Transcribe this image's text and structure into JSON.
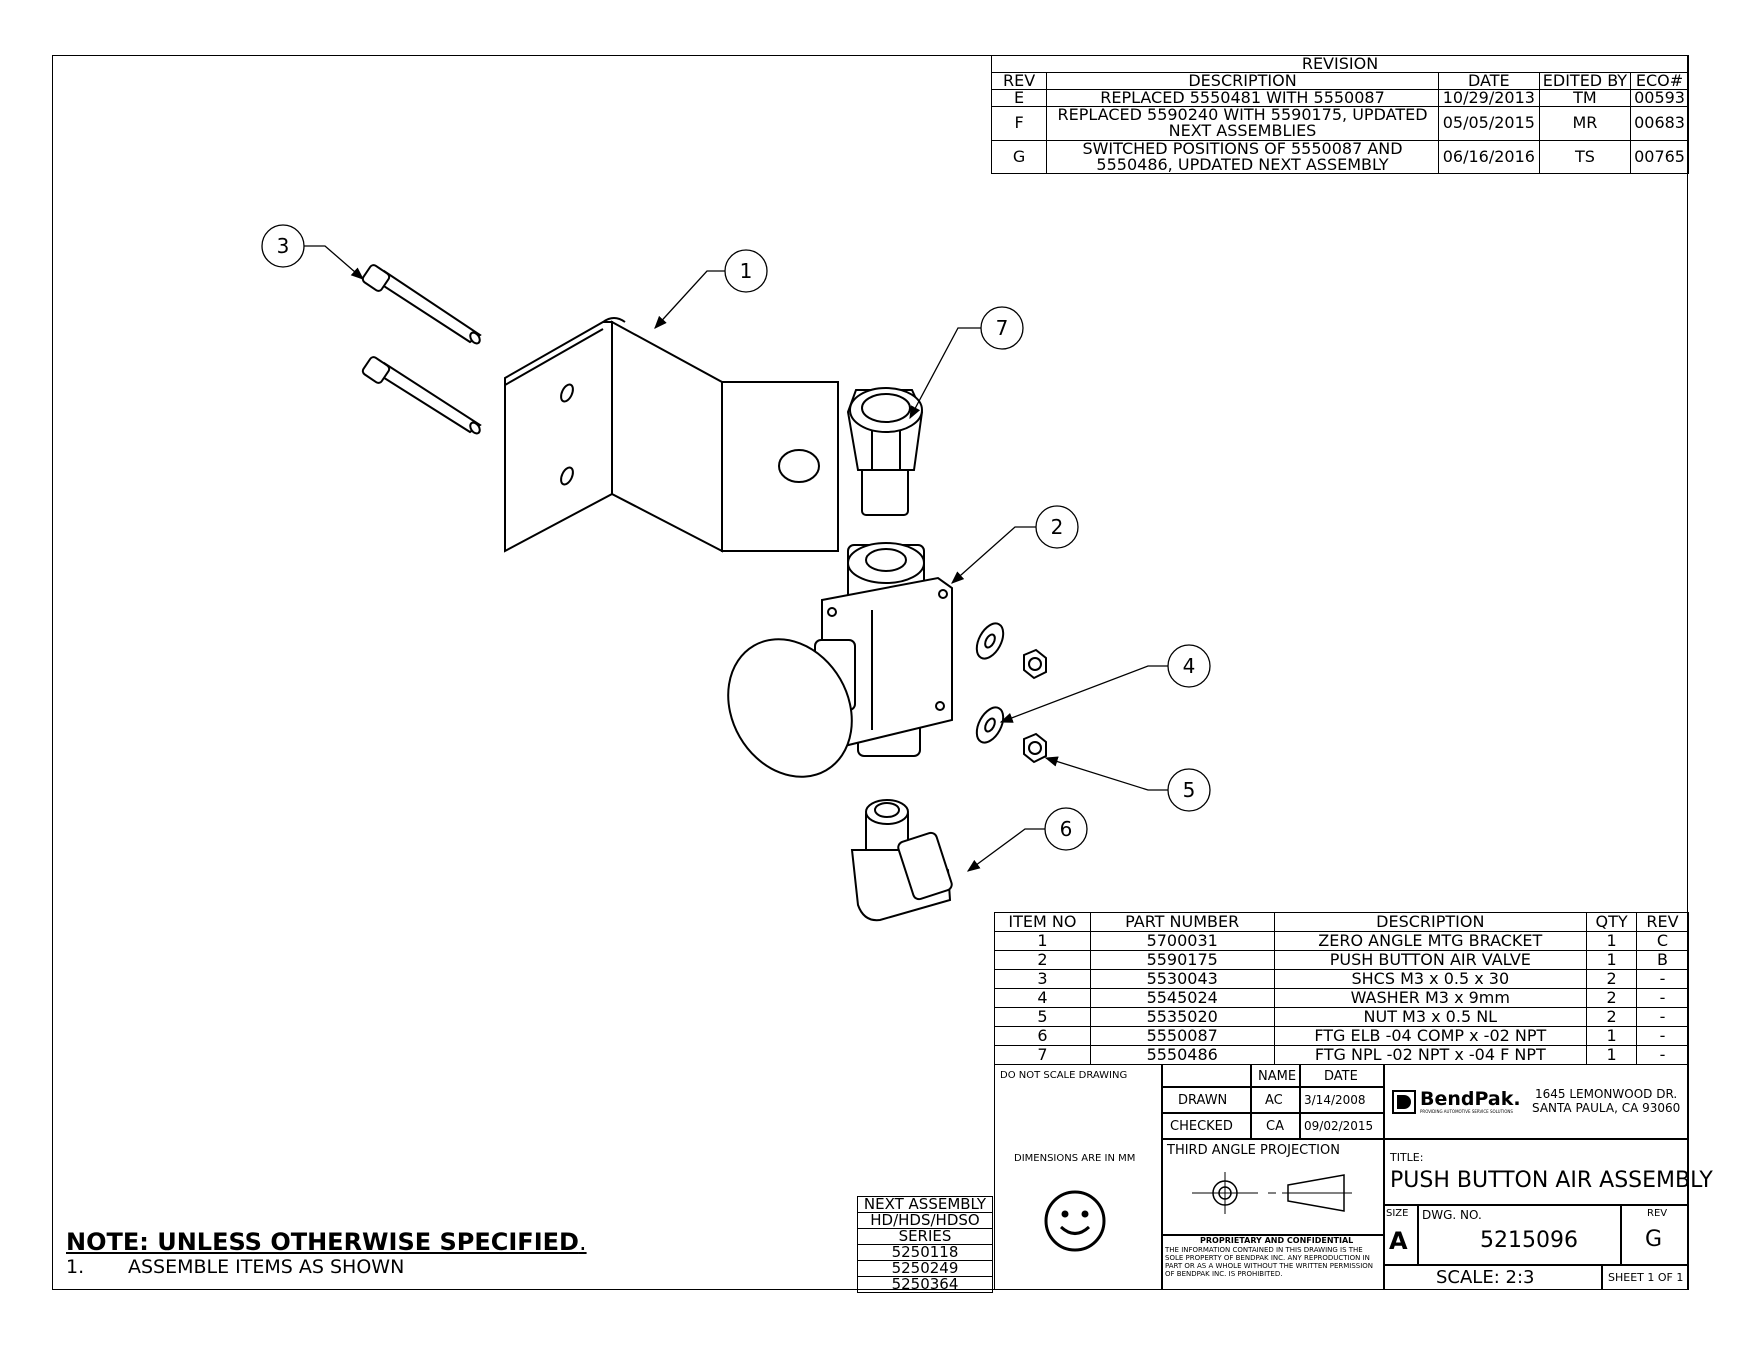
{
  "revision": {
    "title": "REVISION",
    "headers": [
      "REV",
      "DESCRIPTION",
      "DATE",
      "EDITED BY",
      "ECO#"
    ],
    "rows": [
      {
        "rev": "E",
        "description": "REPLACED 5550481 WITH 5550087",
        "date": "10/29/2013",
        "edited_by": "TM",
        "eco": "00593"
      },
      {
        "rev": "F",
        "description": "REPLACED 5590240 WITH 5590175, UPDATED NEXT ASSEMBLIES",
        "date": "05/05/2015",
        "edited_by": "MR",
        "eco": "00683"
      },
      {
        "rev": "G",
        "description": "SWITCHED POSITIONS OF 5550087 AND 5550486, UPDATED NEXT ASSEMBLY",
        "date": "06/16/2016",
        "edited_by": "TS",
        "eco": "00765"
      }
    ]
  },
  "balloons": [
    "1",
    "2",
    "3",
    "4",
    "5",
    "6",
    "7"
  ],
  "bom": {
    "headers": [
      "ITEM NO",
      "PART NUMBER",
      "DESCRIPTION",
      "QTY",
      "REV"
    ],
    "rows": [
      {
        "item": "1",
        "part": "5700031",
        "description": "ZERO ANGLE MTG BRACKET",
        "qty": "1",
        "rev": "C"
      },
      {
        "item": "2",
        "part": "5590175",
        "description": "PUSH BUTTON AIR VALVE",
        "qty": "1",
        "rev": "B"
      },
      {
        "item": "3",
        "part": "5530043",
        "description": "SHCS M3 x 0.5 x 30",
        "qty": "2",
        "rev": "-"
      },
      {
        "item": "4",
        "part": "5545024",
        "description": "WASHER M3 x 9mm",
        "qty": "2",
        "rev": "-"
      },
      {
        "item": "5",
        "part": "5535020",
        "description": "NUT M3 x 0.5 NL",
        "qty": "2",
        "rev": "-"
      },
      {
        "item": "6",
        "part": "5550087",
        "description": "FTG ELB -04 COMP x -02 NPT",
        "qty": "1",
        "rev": "-"
      },
      {
        "item": "7",
        "part": "5550486",
        "description": "FTG NPL -02 NPT x -04 F NPT",
        "qty": "1",
        "rev": "-"
      }
    ]
  },
  "next_assembly": {
    "title": "NEXT ASSEMBLY",
    "rows": [
      "HD/HDS/HDSO",
      "SERIES",
      "5250118",
      "5250249",
      "5250364"
    ]
  },
  "title_block": {
    "do_not_scale": "DO NOT SCALE DRAWING",
    "name_header": "NAME",
    "date_header": "DATE",
    "drawn_label": "DRAWN",
    "drawn_name": "AC",
    "drawn_date": "3/14/2008",
    "checked_label": "CHECKED",
    "checked_name": "CA",
    "checked_date": "09/02/2015",
    "dimensions": "DIMENSIONS ARE IN MM",
    "projection": "THIRD ANGLE PROJECTION",
    "proprietary_title": "PROPRIETARY AND CONFIDENTIAL",
    "proprietary_text": "THE INFORMATION CONTAINED IN THIS DRAWING IS THE SOLE PROPERTY OF BENDPAK INC. ANY REPRODUCTION IN PART OR AS A WHOLE WITHOUT THE WRITTEN PERMISSION OF BENDPAK INC. IS PROHIBITED.",
    "logo_text": "BendPak.",
    "logo_tagline": "PROVIDING AUTOMOTIVE SERVICE SOLUTIONS",
    "address_line1": "1645 LEMONWOOD DR.",
    "address_line2": "SANTA PAULA, CA 93060",
    "title_label": "TITLE:",
    "title": "PUSH BUTTON AIR ASSEMBLY",
    "size_label": "SIZE",
    "size": "A",
    "dwg_no_label": "DWG. NO.",
    "dwg_no": "5215096",
    "rev_label": "REV",
    "rev": "G",
    "scale": "SCALE: 2:3",
    "sheet": "SHEET 1 OF 1"
  },
  "notes": {
    "heading": "NOTE: UNLESS OTHERWISE SPECIFIED",
    "heading_suffix": ".",
    "items": [
      {
        "num": "1.",
        "text": "ASSEMBLE ITEMS AS SHOWN"
      }
    ]
  }
}
